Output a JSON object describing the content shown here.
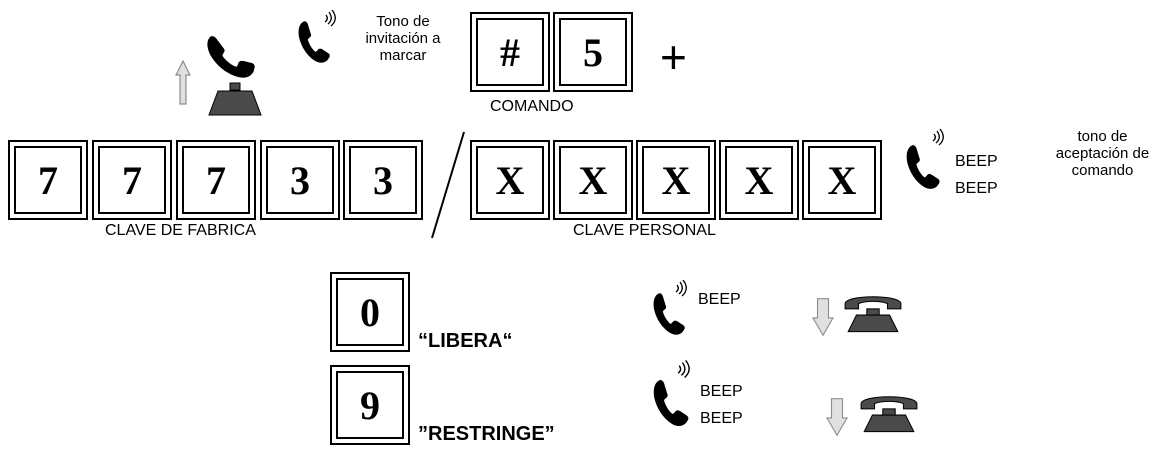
{
  "step1": {
    "dial_tone_text": "Tono de\ninvitación a\nmarcar",
    "comando_keys": [
      "#",
      "5"
    ],
    "plus": "+",
    "comando_label": "COMANDO"
  },
  "step2": {
    "factory_keys": [
      "7",
      "7",
      "7",
      "3",
      "3"
    ],
    "personal_keys": [
      "X",
      "X",
      "X",
      "X",
      "X"
    ],
    "factory_label": "CLAVE DE FABRICA",
    "personal_label": "CLAVE PERSONAL",
    "beep1": "BEEP",
    "beep2": "BEEP",
    "accept_text": "tono de\naceptación de\ncomando"
  },
  "options": [
    {
      "key": "0",
      "label": "“LIBERA“",
      "beeps": [
        "BEEP"
      ]
    },
    {
      "key": "9",
      "label": "”RESTRINGE”",
      "beeps": [
        "BEEP",
        "BEEP"
      ]
    }
  ],
  "colors": {
    "phone_base": "#4a4a4a",
    "arrow_fill": "#e0e0e0",
    "arrow_stroke": "#8c8c8c"
  },
  "icons": [
    "phone-off-hook-icon",
    "handset-ringing-icon",
    "phone-on-hook-icon",
    "up-arrow-icon",
    "down-arrow-icon"
  ]
}
